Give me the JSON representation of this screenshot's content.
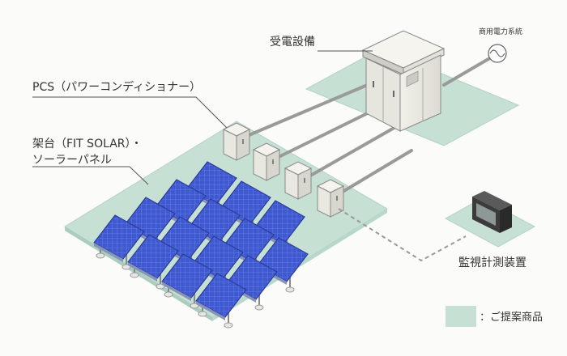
{
  "labels": {
    "substation": "受電設備",
    "grid": "商用電力系統",
    "pcs": "PCS（パワーコンディショナー）",
    "mount_line1": "架台（FIT SOLAR）・",
    "mount_line2": "ソーラーパネル",
    "monitor": "監視計測装置",
    "legend": "：ご提案商品"
  },
  "colors": {
    "proposed": "#c6e1d4",
    "proposed_edge": "#a9cdbd",
    "cable": "#9a9a9a",
    "panel": "#3e57cf",
    "panel_dark": "#2a3b99",
    "cabinet": "#ecebe4",
    "cabinet_side": "#d4d3cb",
    "line": "#555555"
  },
  "icons": {
    "grid": "ac-sine-icon",
    "monitor": "monitor-icon"
  }
}
